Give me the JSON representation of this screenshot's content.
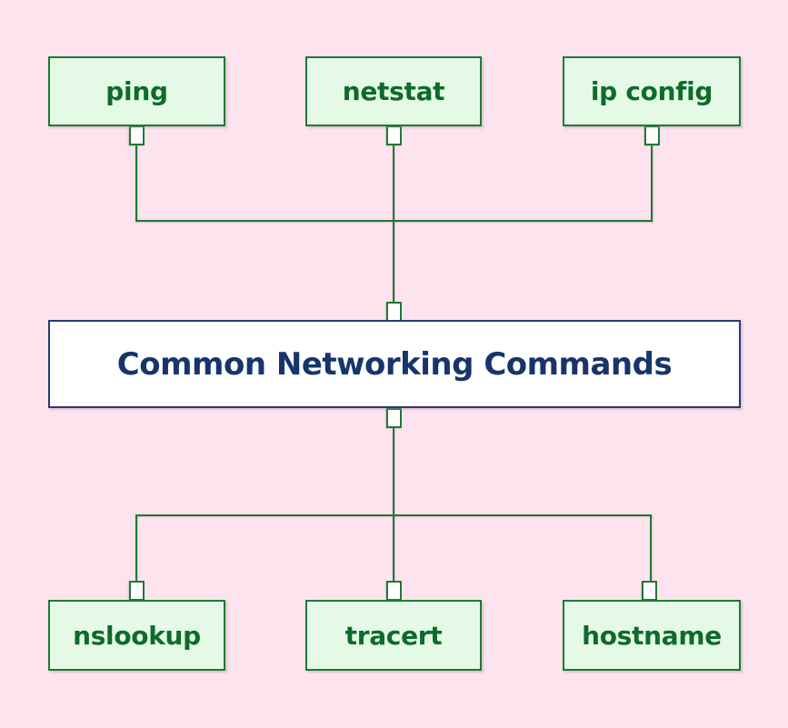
{
  "diagram": {
    "title": "Common Networking Commands",
    "top_row": [
      {
        "label": "ping"
      },
      {
        "label": "netstat"
      },
      {
        "label": "ip config"
      }
    ],
    "bottom_row": [
      {
        "label": "nslookup"
      },
      {
        "label": "tracert"
      },
      {
        "label": "hostname"
      }
    ],
    "colors": {
      "background": "#fce3ee",
      "node_fill": "#e4f9e6",
      "node_border": "#1c7a33",
      "node_text": "#0e6b29",
      "center_fill": "#ffffff",
      "center_border": "#253c72",
      "center_text": "#17356b",
      "connector": "#1c7a33",
      "port_fill": "#ffffff"
    }
  }
}
